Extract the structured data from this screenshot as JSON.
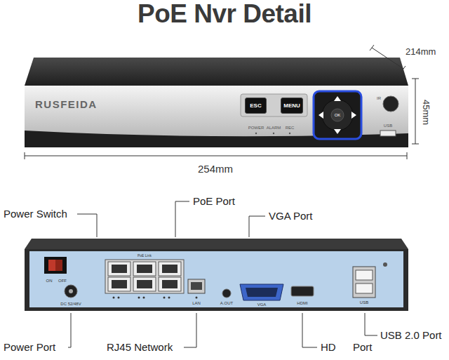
{
  "diagram": {
    "title": "PoE Nvr Detail",
    "nodes": [
      {
        "text": [
          "ESC"
        ]
      },
      {
        "text": [
          "MENU"
        ]
      }
    ],
    "labels": [
      "214mm",
      "45mm",
      "254mm",
      "RUSFEIDA",
      "OK",
      "POWER",
      "ALARM",
      "REC",
      "IR",
      "USB",
      "Power Switch",
      "PoE Port",
      "VGA Port",
      "ON",
      "OFF",
      "DC 52/48V",
      "PoE Link",
      "LAN",
      "A.OUT",
      "VGA",
      "HDMI",
      "USB",
      "USB 2.0 Port",
      "Power Port",
      "RJ45 Network",
      "HD",
      "Port"
    ]
  }
}
